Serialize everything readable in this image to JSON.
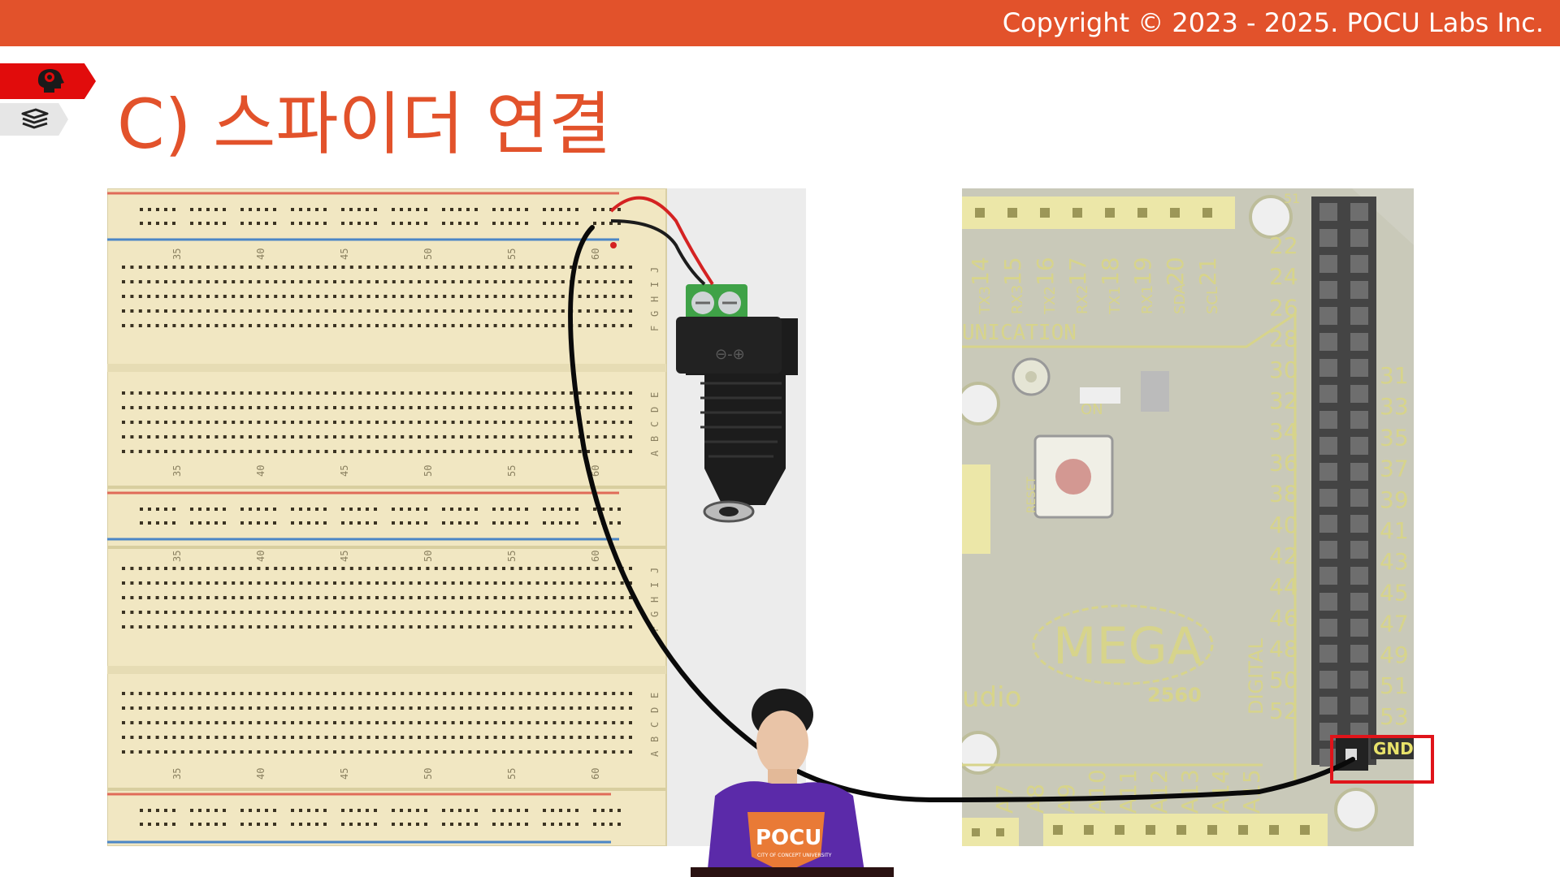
{
  "header": {
    "copyright": "Copyright © 2023 - 2025. POCU Labs Inc.",
    "bar_color": "#e2522b"
  },
  "slide": {
    "title": "C) 스파이더 연결",
    "title_color": "#e2522b"
  },
  "sidebar": {
    "icons": [
      "brain-head-icon",
      "book-stack-icon"
    ],
    "active_color": "#e10c0c"
  },
  "breadboard": {
    "column_numbers": [
      "35",
      "40",
      "45",
      "50",
      "55",
      "60"
    ],
    "row_letters_top": [
      "F",
      "G",
      "H",
      "I",
      "J"
    ],
    "row_letters_bottom": [
      "A",
      "B",
      "C",
      "D",
      "E"
    ],
    "dc_jack_symbol": "⊖-⊕"
  },
  "arduino": {
    "board_name": "MEGA",
    "board_model": "2560",
    "brand_fragment": "udio",
    "section_label": "UNICATION",
    "digital_label": "DIGITAL",
    "on_label": "ON",
    "reset_label": "RESET",
    "top_pin_numbers": [
      "14",
      "15",
      "16",
      "17",
      "18",
      "19",
      "20",
      "21"
    ],
    "comm_labels": [
      "TX3",
      "RX3",
      "TX2",
      "RX2",
      "TX1",
      "RX1",
      "SDA",
      "SCL"
    ],
    "header_number_top": "51",
    "left_column_pins": [
      "22",
      "24",
      "26",
      "28",
      "30",
      "32",
      "34",
      "36",
      "38",
      "40",
      "42",
      "44",
      "46",
      "48",
      "50",
      "52"
    ],
    "right_column_pins": [
      "31",
      "33",
      "35",
      "37",
      "39",
      "41",
      "43",
      "45",
      "47",
      "49",
      "51",
      "53"
    ],
    "analog_pins": [
      "A7",
      "A8",
      "A9",
      "A10",
      "A11",
      "A12",
      "A13",
      "A14",
      "A15"
    ],
    "gnd_label": "GND",
    "highlight_color": "#e0141a"
  },
  "presenter": {
    "shirt_logo": "POCU",
    "shirt_subtext": "CITY OF CONCEPT UNIVERSITY"
  }
}
